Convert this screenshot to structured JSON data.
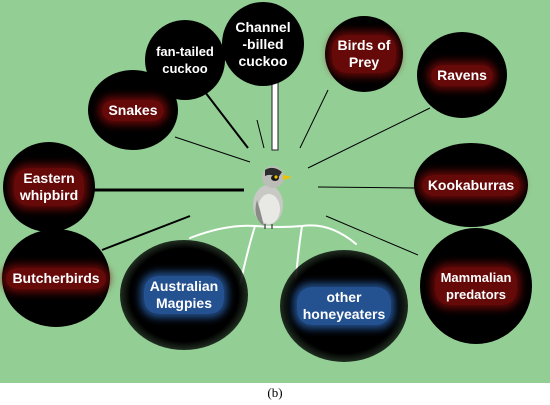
{
  "caption": "(b)",
  "colors": {
    "background": "#93cf95",
    "circle": "#000000",
    "highlight_red": "#780a0a",
    "highlight_blue": "#285aa0",
    "branch": "#ffffff"
  },
  "center": {
    "icon": "noisy-miner-bird-icon"
  },
  "nodes": {
    "fan_tailed_cuckoo": "fan-tailed\ncuckoo",
    "channel_billed_cuckoo": "Channel\n-billed\ncuckoo",
    "birds_of_prey": "Birds of\nPrey",
    "ravens": "Ravens",
    "snakes": "Snakes",
    "eastern_whipbird": "Eastern\nwhipbird",
    "kookaburras": "Kookaburras",
    "butcherbirds": "Butcherbirds",
    "australian_magpies": "Australian\nMagpies",
    "other_honeyeaters": "other\nhoneyeaters",
    "mammalian_predators": "Mammalian\npredators"
  }
}
